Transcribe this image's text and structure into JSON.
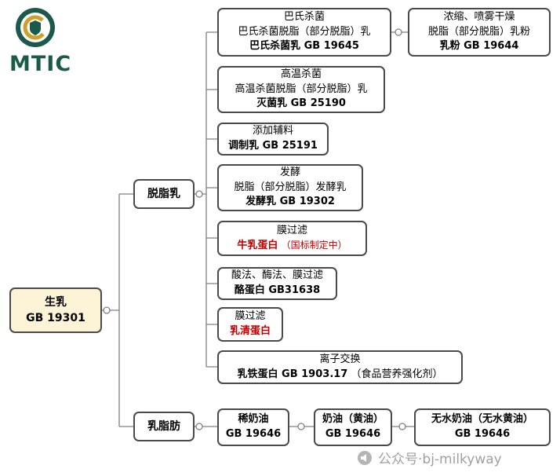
{
  "logo": {
    "text": "MTIC"
  },
  "root": {
    "name": "生乳",
    "standard": "GB 19301"
  },
  "branches": {
    "skim": {
      "label": "脱脂乳"
    },
    "fat": {
      "label": "乳脂肪"
    }
  },
  "nodes": {
    "pasteurized": {
      "process": "巴氏杀菌",
      "desc": "巴氏杀菌脱脂（部分脱脂）乳",
      "standard": "巴氏杀菌乳 GB 19645"
    },
    "powder": {
      "process": "浓缩、喷雾干燥",
      "desc": "脱脂（部分脱脂）乳粉",
      "standard": "乳粉 GB 19644"
    },
    "sterilized": {
      "process": "高温杀菌",
      "desc": "高温杀菌脱脂（部分脱脂）乳",
      "standard": "灭菌乳 GB 25190"
    },
    "modified": {
      "process": "添加辅料",
      "standard": "调制乳 GB 25191"
    },
    "fermented": {
      "process": "发酵",
      "desc": "脱脂（部分脱脂）发酵乳",
      "standard": "发酵乳 GB 19302"
    },
    "milk_protein": {
      "process": "膜过滤",
      "name": "牛乳蛋白",
      "note": "（国标制定中）"
    },
    "casein": {
      "process": "酸法、酶法、膜过滤",
      "standard": "酪蛋白 GB31638"
    },
    "whey": {
      "process": "膜过滤",
      "name": "乳清蛋白"
    },
    "lactoferrin": {
      "process": "离子交换",
      "standard": "乳铁蛋白 GB 1903.17",
      "note": "（食品营养强化剂）"
    },
    "cream": {
      "name": "稀奶油",
      "standard": "GB 19646"
    },
    "butter": {
      "name": "奶油（黄油）",
      "standard": "GB 19646"
    },
    "anhydrous": {
      "name": "无水奶油（无水黄油）",
      "standard": "GB 19646"
    }
  },
  "watermark": {
    "text": "公众号·bj-milkyway"
  },
  "colors": {
    "logo_green": "#1b5a4a",
    "highlight_red": "#c00000",
    "root_bg": "#fdf4d7",
    "box_border": "#4a4a4a",
    "connector": "#808080",
    "watermark_gray": "#a0a0a0"
  }
}
